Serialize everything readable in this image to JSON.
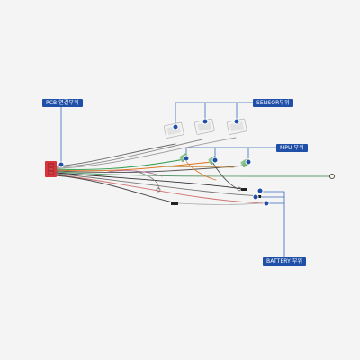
{
  "labels": {
    "pcb": "PCB 연결부위",
    "sensor": "SENSOR부위",
    "mpu": "MPU 부위",
    "battery": "BATTERY 부위"
  },
  "colors": {
    "background": "#f4f4f4",
    "callout": "#1f4fa7",
    "connector": "#d8343c"
  }
}
